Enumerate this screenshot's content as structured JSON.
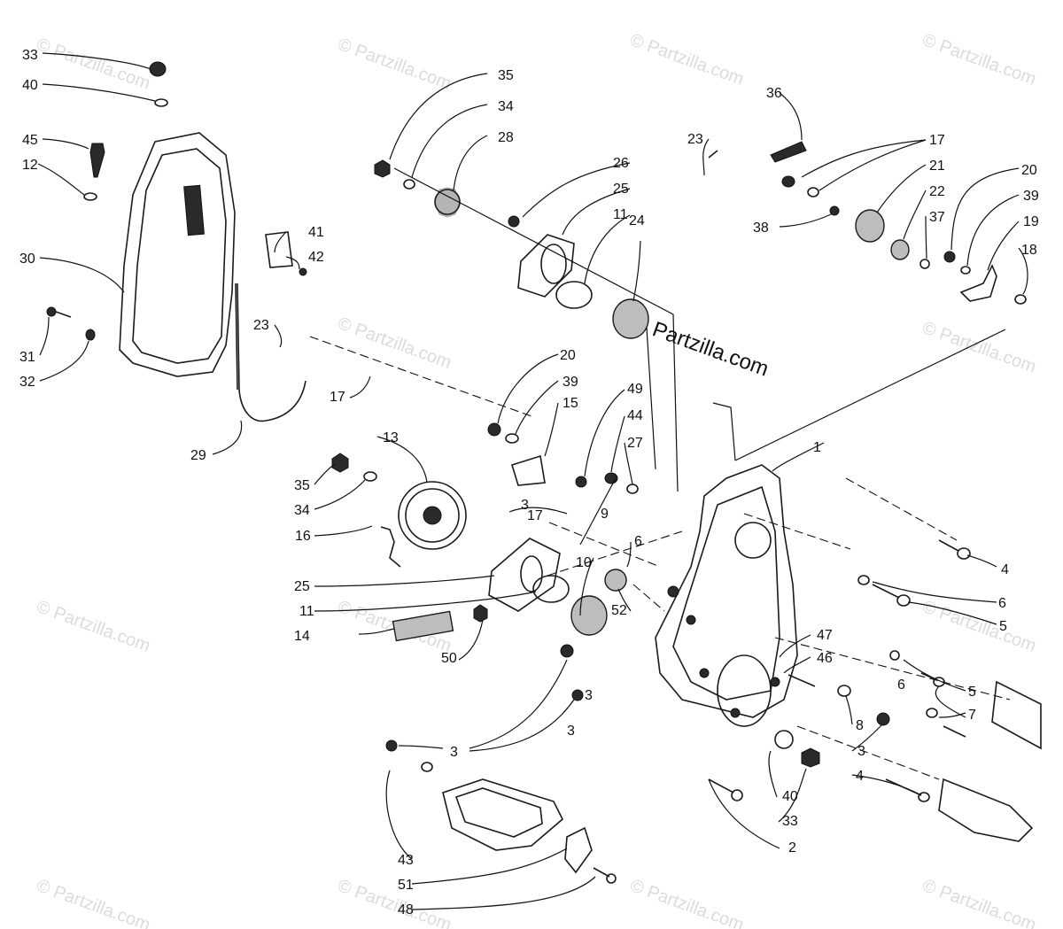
{
  "watermark": "© Partzilla.com",
  "site_label": "Partzilla.com",
  "callouts": [
    "1",
    "2",
    "3",
    "3",
    "3",
    "3",
    "3",
    "4",
    "4",
    "5",
    "5",
    "6",
    "6",
    "6",
    "7",
    "8",
    "9",
    "10",
    "11",
    "11",
    "12",
    "13",
    "14",
    "15",
    "16",
    "17",
    "17",
    "17",
    "18",
    "19",
    "20",
    "20",
    "21",
    "22",
    "23",
    "23",
    "24",
    "25",
    "25",
    "26",
    "27",
    "28",
    "29",
    "30",
    "31",
    "32",
    "33",
    "33",
    "34",
    "34",
    "35",
    "35",
    "36",
    "37",
    "38",
    "39",
    "39",
    "40",
    "40",
    "41",
    "42",
    "43",
    "44",
    "45",
    "46",
    "47",
    "48",
    "49",
    "50",
    "51",
    "52"
  ]
}
